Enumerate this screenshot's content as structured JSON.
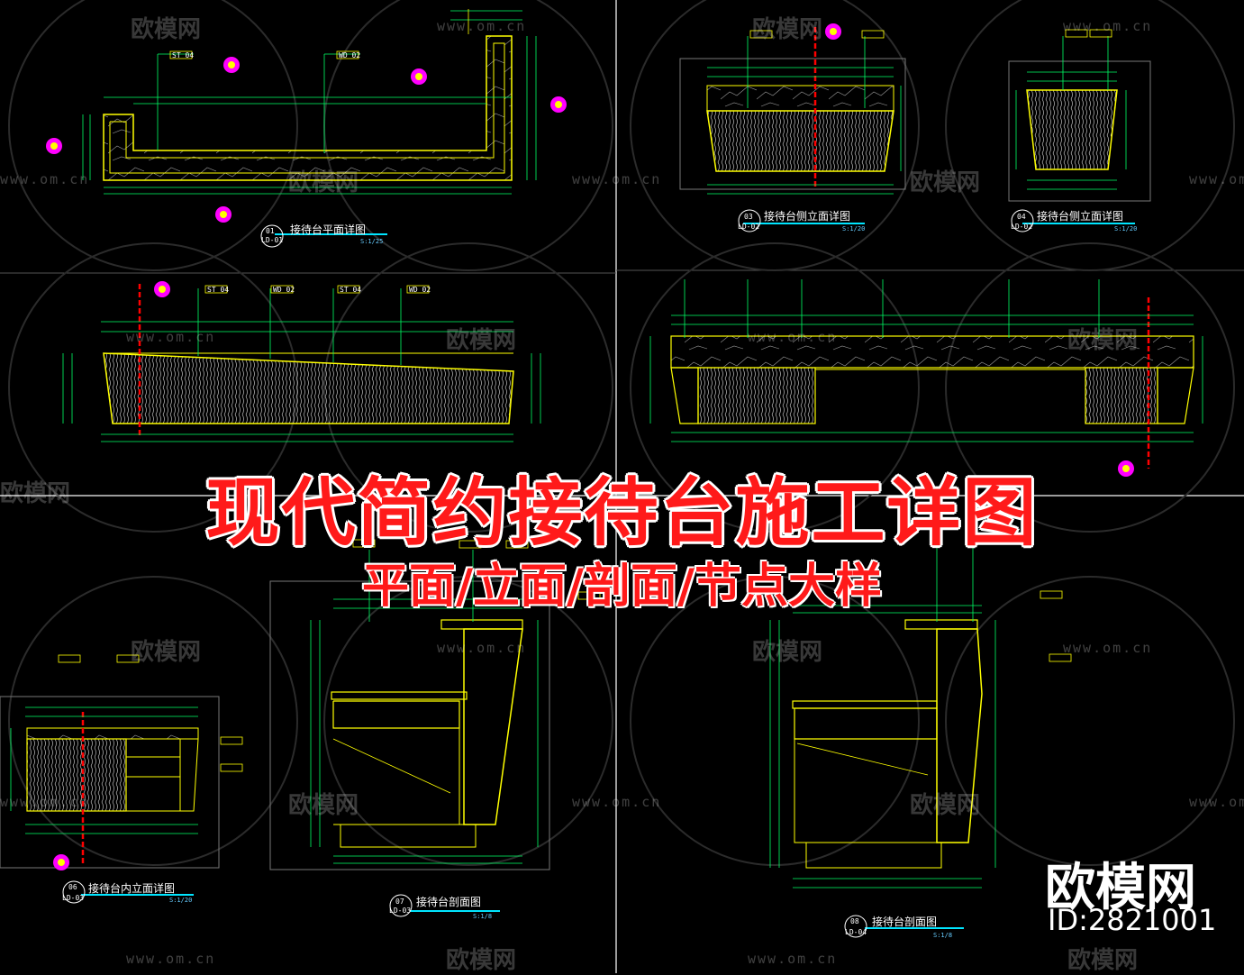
{
  "title": {
    "main": "现代简约接待台施工详图",
    "sub": "平面/立面/剖面/节点大样"
  },
  "brand": {
    "logo_text": "欧模网",
    "id_text": "ID:2821001"
  },
  "watermark": {
    "logo_text": "欧模网",
    "url_text": "www.om.cn"
  },
  "drawings": [
    {
      "num": "01",
      "code": "LD-01",
      "title": "接待台平面详图",
      "scale": "S:1/25"
    },
    {
      "num": "03",
      "code": "LD-02",
      "title": "接待台侧立面详图",
      "scale": "S:1/20"
    },
    {
      "num": "04",
      "code": "LD-02",
      "title": "接待台侧立面详图",
      "scale": "S:1/20"
    },
    {
      "num": "06",
      "code": "LD-03",
      "title": "接待台内立面详图",
      "scale": "S:1/20"
    },
    {
      "num": "07",
      "code": "LD-03",
      "title": "接待台剖面图",
      "scale": "S:1/8"
    },
    {
      "num": "08",
      "code": "LD-04",
      "title": "接待台剖面图",
      "scale": "S:1/8"
    }
  ],
  "material_codes": [
    "ST 04",
    "WD 02"
  ],
  "colors": {
    "background": "#000000",
    "outline": "#ffff00",
    "dimension": "#00ff66",
    "section_line": "#ff0000",
    "title_red": "#ff1a1a",
    "marker": "#ff00ff",
    "hatch": "#cccccc"
  }
}
